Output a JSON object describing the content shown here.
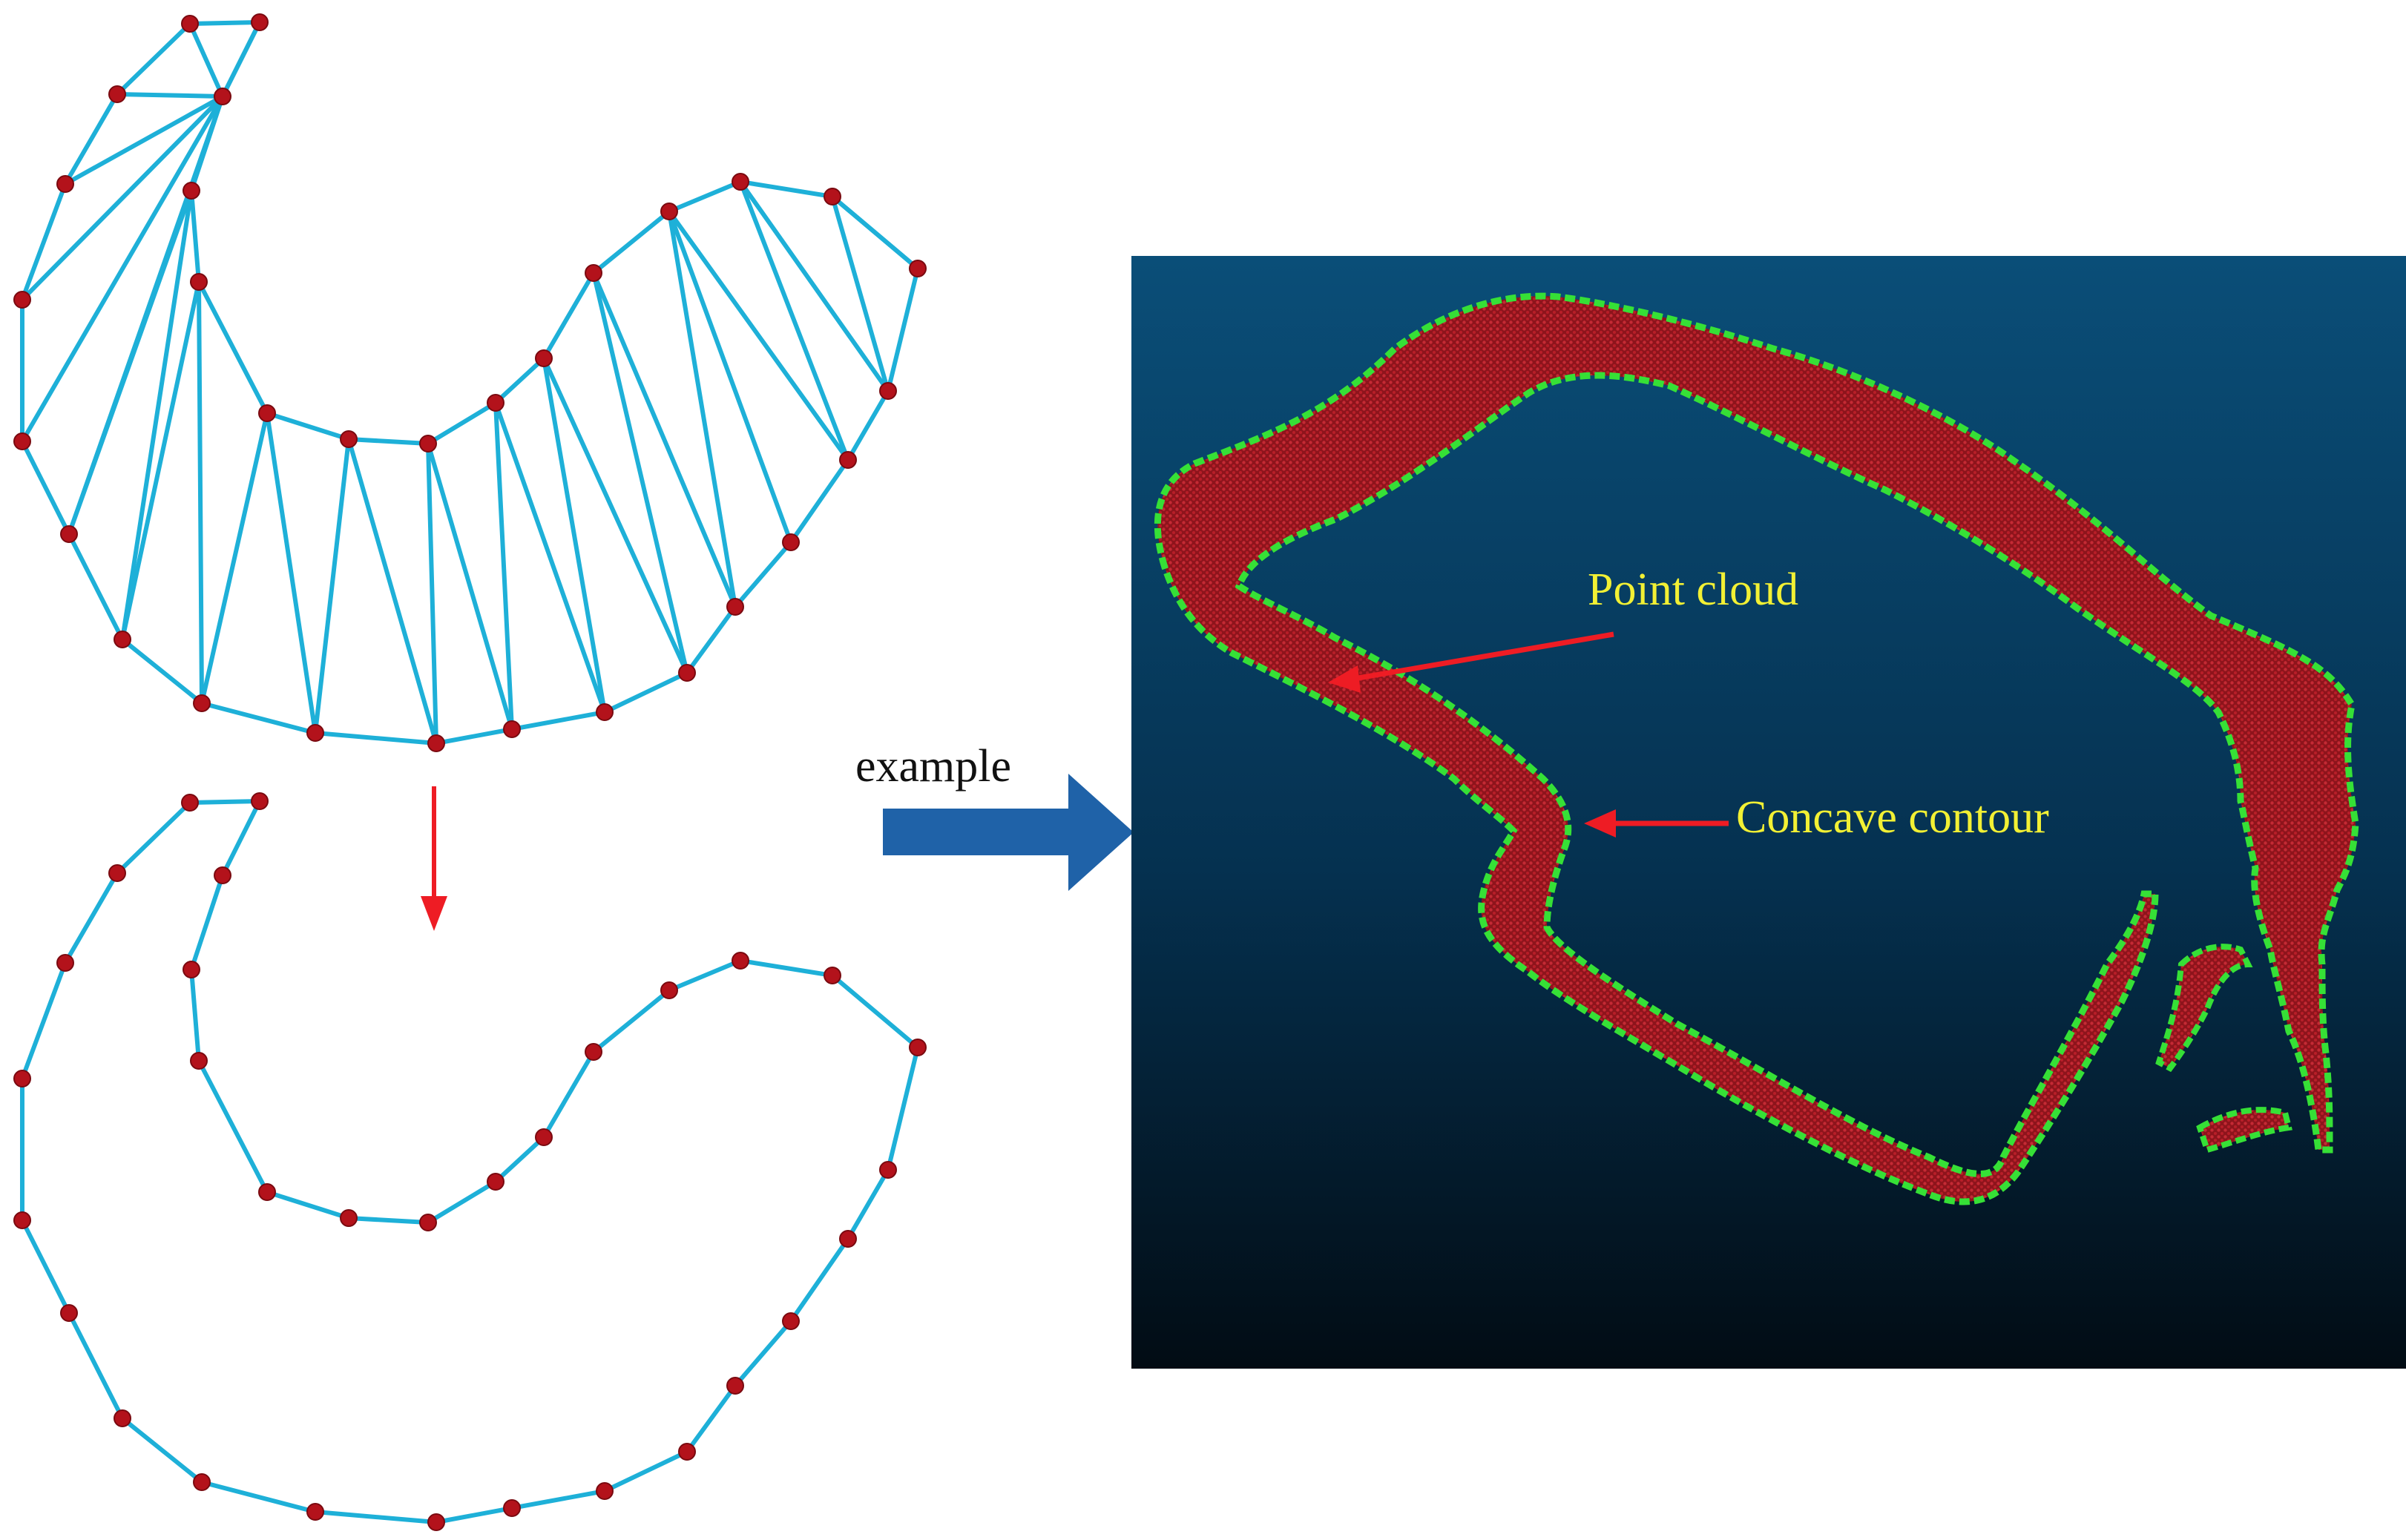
{
  "labels": {
    "example": "example",
    "point_cloud": "Point cloud",
    "concave_contour": "Concave contour"
  },
  "colors": {
    "background": "#ffffff",
    "edge": "#1eb0d8",
    "vertex": "#b3121b",
    "down_arrow": "#ee1c24",
    "example_arrow": "#1f62a8",
    "panel_top": "#0a4e78",
    "panel_bottom": "#020c14",
    "cloud": "#a01820",
    "contour": "#36e036",
    "callout_text": "#f2f034",
    "callout_arrow": "#ee1c24"
  },
  "icons": {
    "down_arrow": "down-arrow-icon",
    "example_arrow": "right-arrow-icon"
  }
}
